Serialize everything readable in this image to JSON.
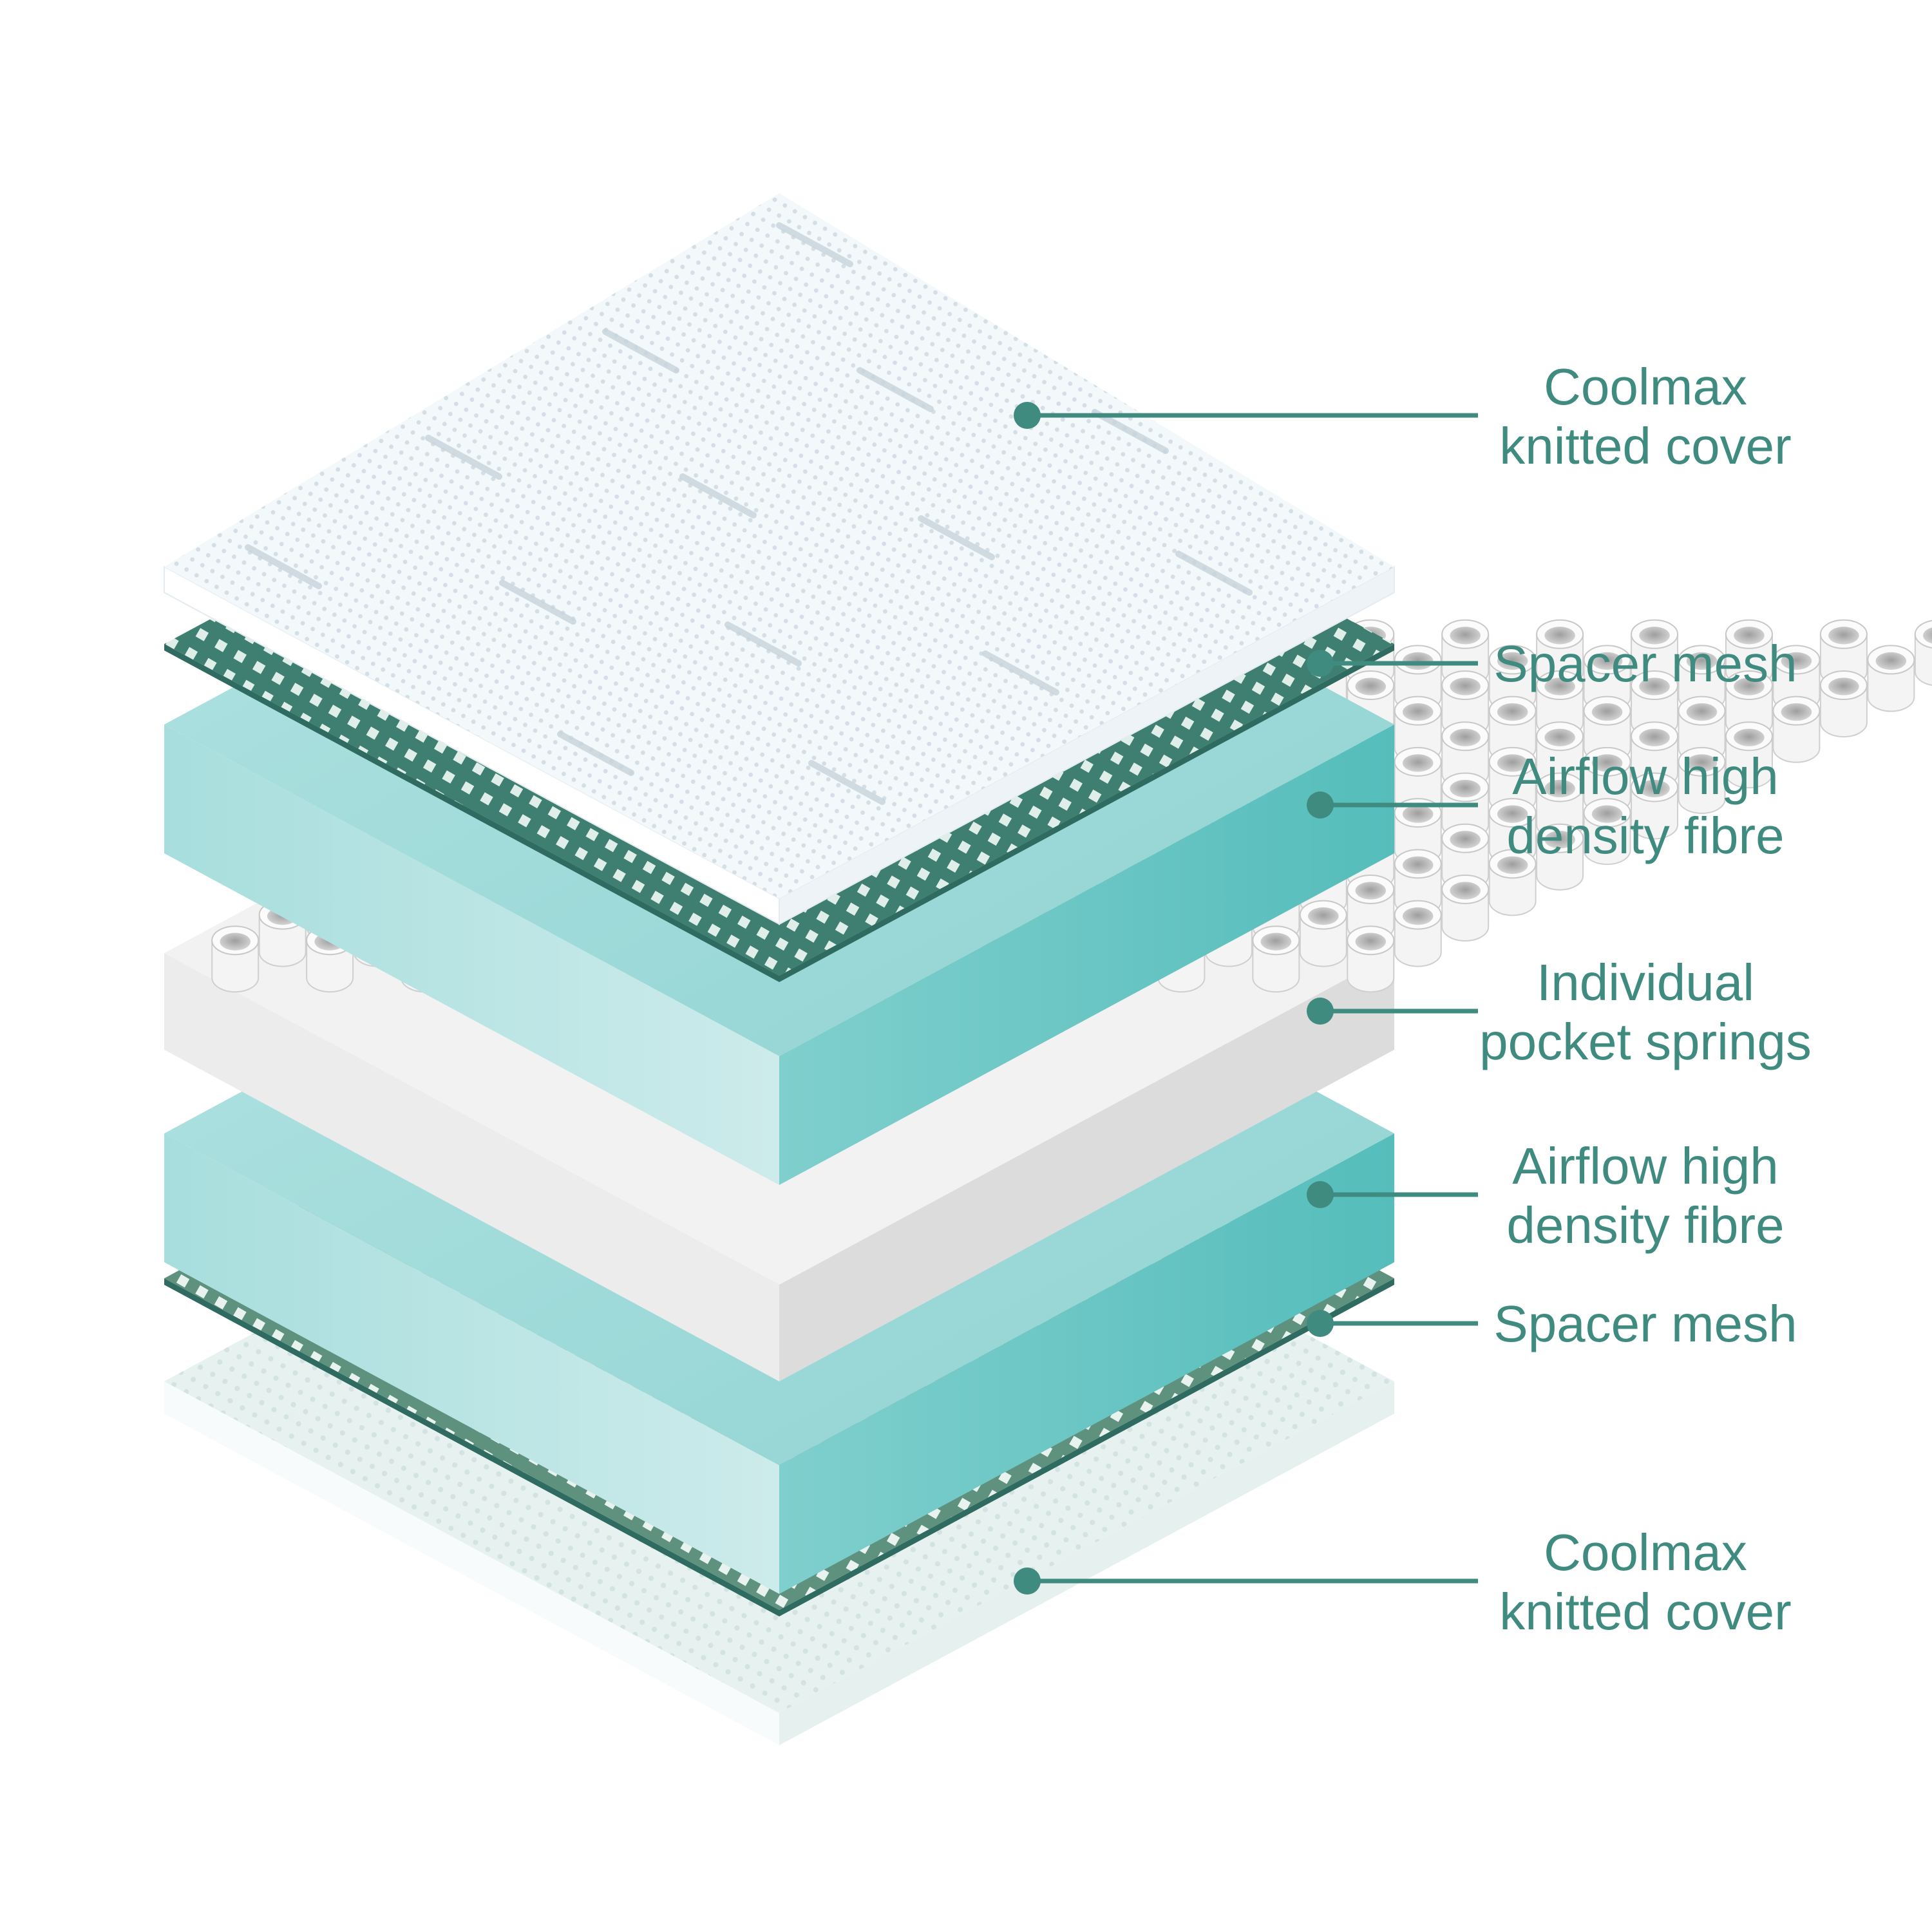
{
  "colors": {
    "accent": "#3f8b80",
    "mesh_dark": "#3f7f72",
    "mesh_hole": "#dfeee9",
    "fibre_top": "#9fdbda",
    "fibre_front": "#bfe6e6",
    "fibre_side": "#5fc3c1",
    "cover_top": "#f1f7fa",
    "cover_edge": "#ffffff",
    "base_top": "#dfeeed",
    "spring": "#f4f4f4",
    "spring_shadow": "#b9b9b9"
  },
  "layers": [
    {
      "id": "cover-top",
      "label": "Coolmax\nknitted cover"
    },
    {
      "id": "mesh-top",
      "label": "Spacer mesh"
    },
    {
      "id": "fibre-top",
      "label": "Airflow high\ndensity fibre"
    },
    {
      "id": "springs",
      "label": "Individual\npocket springs"
    },
    {
      "id": "fibre-bottom",
      "label": "Airflow high\ndensity fibre"
    },
    {
      "id": "mesh-bottom",
      "label": "Spacer mesh"
    },
    {
      "id": "cover-bottom",
      "label": "Coolmax\nknitted cover"
    }
  ]
}
